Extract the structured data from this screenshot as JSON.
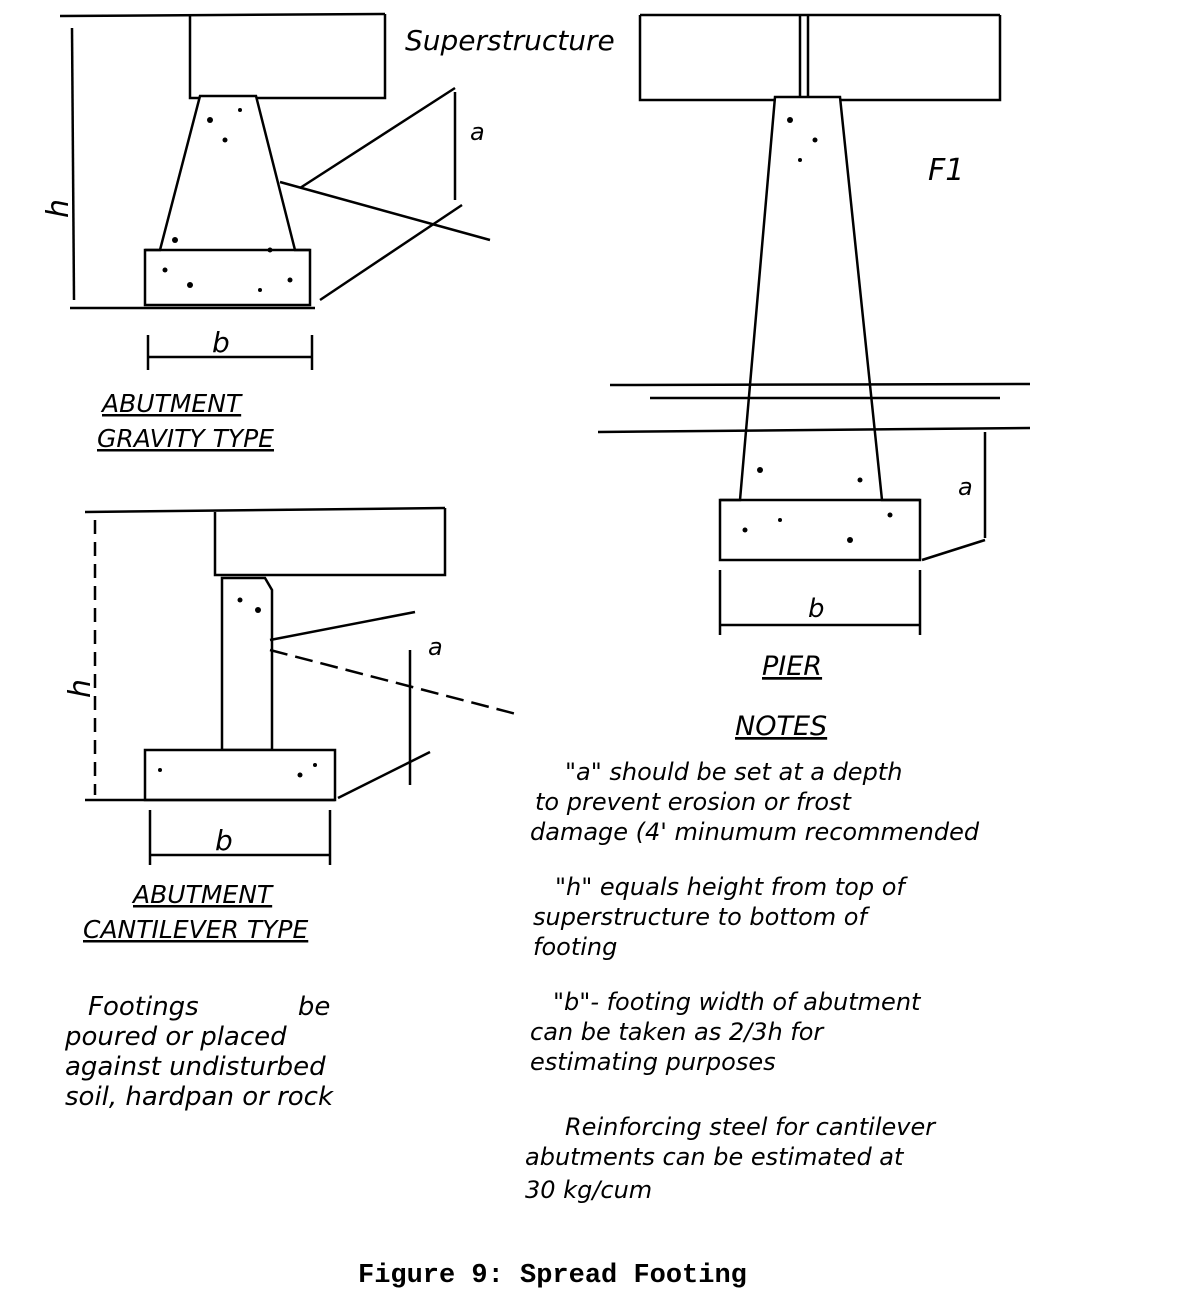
{
  "labels": {
    "superstructure": "Superstructure",
    "h": "h",
    "a": "a",
    "b": "b",
    "f1": "F1"
  },
  "gravity": {
    "title1": "ABUTMENT",
    "title2": "GRAVITY TYPE"
  },
  "pier": {
    "title": "PIER"
  },
  "cantilever": {
    "title1": "ABUTMENT",
    "title2": "CANTILEVER TYPE"
  },
  "footings_note": [
    "Footings            be",
    "poured or placed",
    "against undisturbed",
    "soil, hardpan or rock"
  ],
  "notes": {
    "title": "NOTES",
    "lines": [
      "\"a\" should be set at a depth",
      "to prevent erosion or frost",
      "damage (4' minumum recommended",
      "\"h\" equals height from top of",
      "superstructure to bottom of",
      "footing",
      "\"b\"- footing width of abutment",
      "can be taken as 2/3h for",
      "estimating purposes",
      "Reinforcing steel for cantilever",
      "abutments can be estimated at",
      "30 kg/cum"
    ]
  },
  "caption": "Figure 9: Spread Footing"
}
